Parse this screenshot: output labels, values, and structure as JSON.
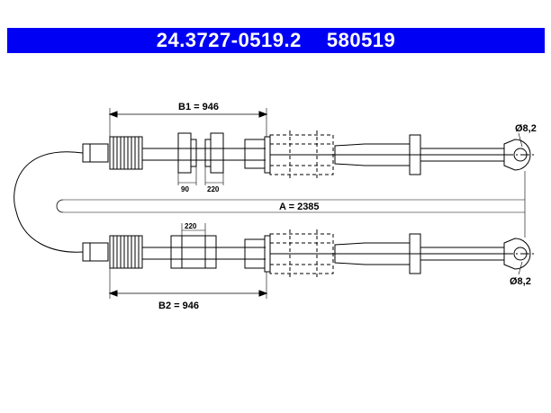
{
  "header": {
    "part_number": "24.3727-0519.2",
    "ref_number": "580519",
    "band_color": "#0000f4"
  },
  "dimensions": {
    "b1": "B1 = 946",
    "b2": "B2 = 946",
    "a": "A = 2385",
    "d_top": "Ø8,2",
    "d_bottom": "Ø8,2",
    "dim_90": "90",
    "dim_220_top": "220",
    "dim_220_bottom": "220"
  }
}
